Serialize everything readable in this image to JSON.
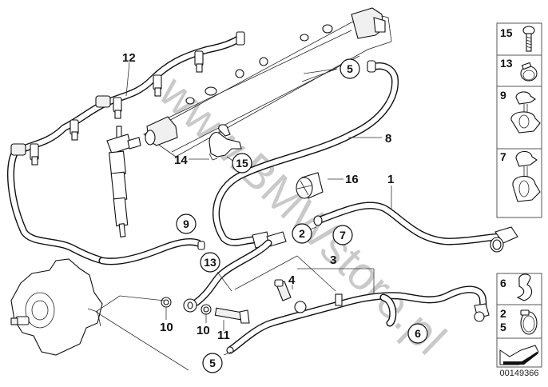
{
  "diagram": {
    "title": "Fuel injection system / injector / fuel lines",
    "watermark": "www.BMWstore.pl",
    "part_number": "00149366",
    "callouts": {
      "plain": [
        {
          "id": "12",
          "label": "12"
        },
        {
          "id": "8",
          "label": "8"
        },
        {
          "id": "14",
          "label": "14"
        },
        {
          "id": "16",
          "label": "16"
        },
        {
          "id": "1",
          "label": "1"
        },
        {
          "id": "3",
          "label": "3"
        },
        {
          "id": "4",
          "label": "4"
        },
        {
          "id": "10a",
          "label": "10"
        },
        {
          "id": "10b",
          "label": "10"
        },
        {
          "id": "11",
          "label": "11"
        }
      ],
      "circled": [
        {
          "id": "5-top",
          "label": "5"
        },
        {
          "id": "15",
          "label": "15"
        },
        {
          "id": "9",
          "label": "9"
        },
        {
          "id": "2",
          "label": "2"
        },
        {
          "id": "7",
          "label": "7"
        },
        {
          "id": "13",
          "label": "13"
        },
        {
          "id": "6",
          "label": "6"
        },
        {
          "id": "5-bottom",
          "label": "5"
        }
      ]
    },
    "legend_top": [
      {
        "label": "15",
        "icon": "bolt-icon"
      },
      {
        "label": "13",
        "icon": "hose-clamp-icon"
      },
      {
        "label": "9",
        "icon": "double-clip-icon"
      },
      {
        "label": "7",
        "icon": "double-clip-icon"
      }
    ],
    "legend_bottom": [
      {
        "label": "6",
        "icon": "s-clip-icon"
      },
      {
        "label_lines": [
          "2",
          "5"
        ],
        "icon": "worm-clamp-icon"
      },
      {
        "label": "",
        "icon": "direction-arrow-icon"
      }
    ]
  }
}
